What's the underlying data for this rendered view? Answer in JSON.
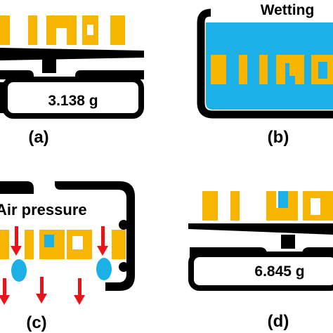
{
  "colors": {
    "gold": "#F7B500",
    "water": "#1BB1E7",
    "red": "#E8141A",
    "black": "#000000",
    "white": "#FFFFFF"
  },
  "panels": {
    "a": {
      "caption": "(a)",
      "scale_reading": "3.138 g"
    },
    "b": {
      "caption": "(b)",
      "label": "Wetting"
    },
    "c": {
      "caption": "(c)",
      "label": "Air pressure"
    },
    "d": {
      "caption": "(d)",
      "scale_reading": "6.845 g"
    }
  }
}
